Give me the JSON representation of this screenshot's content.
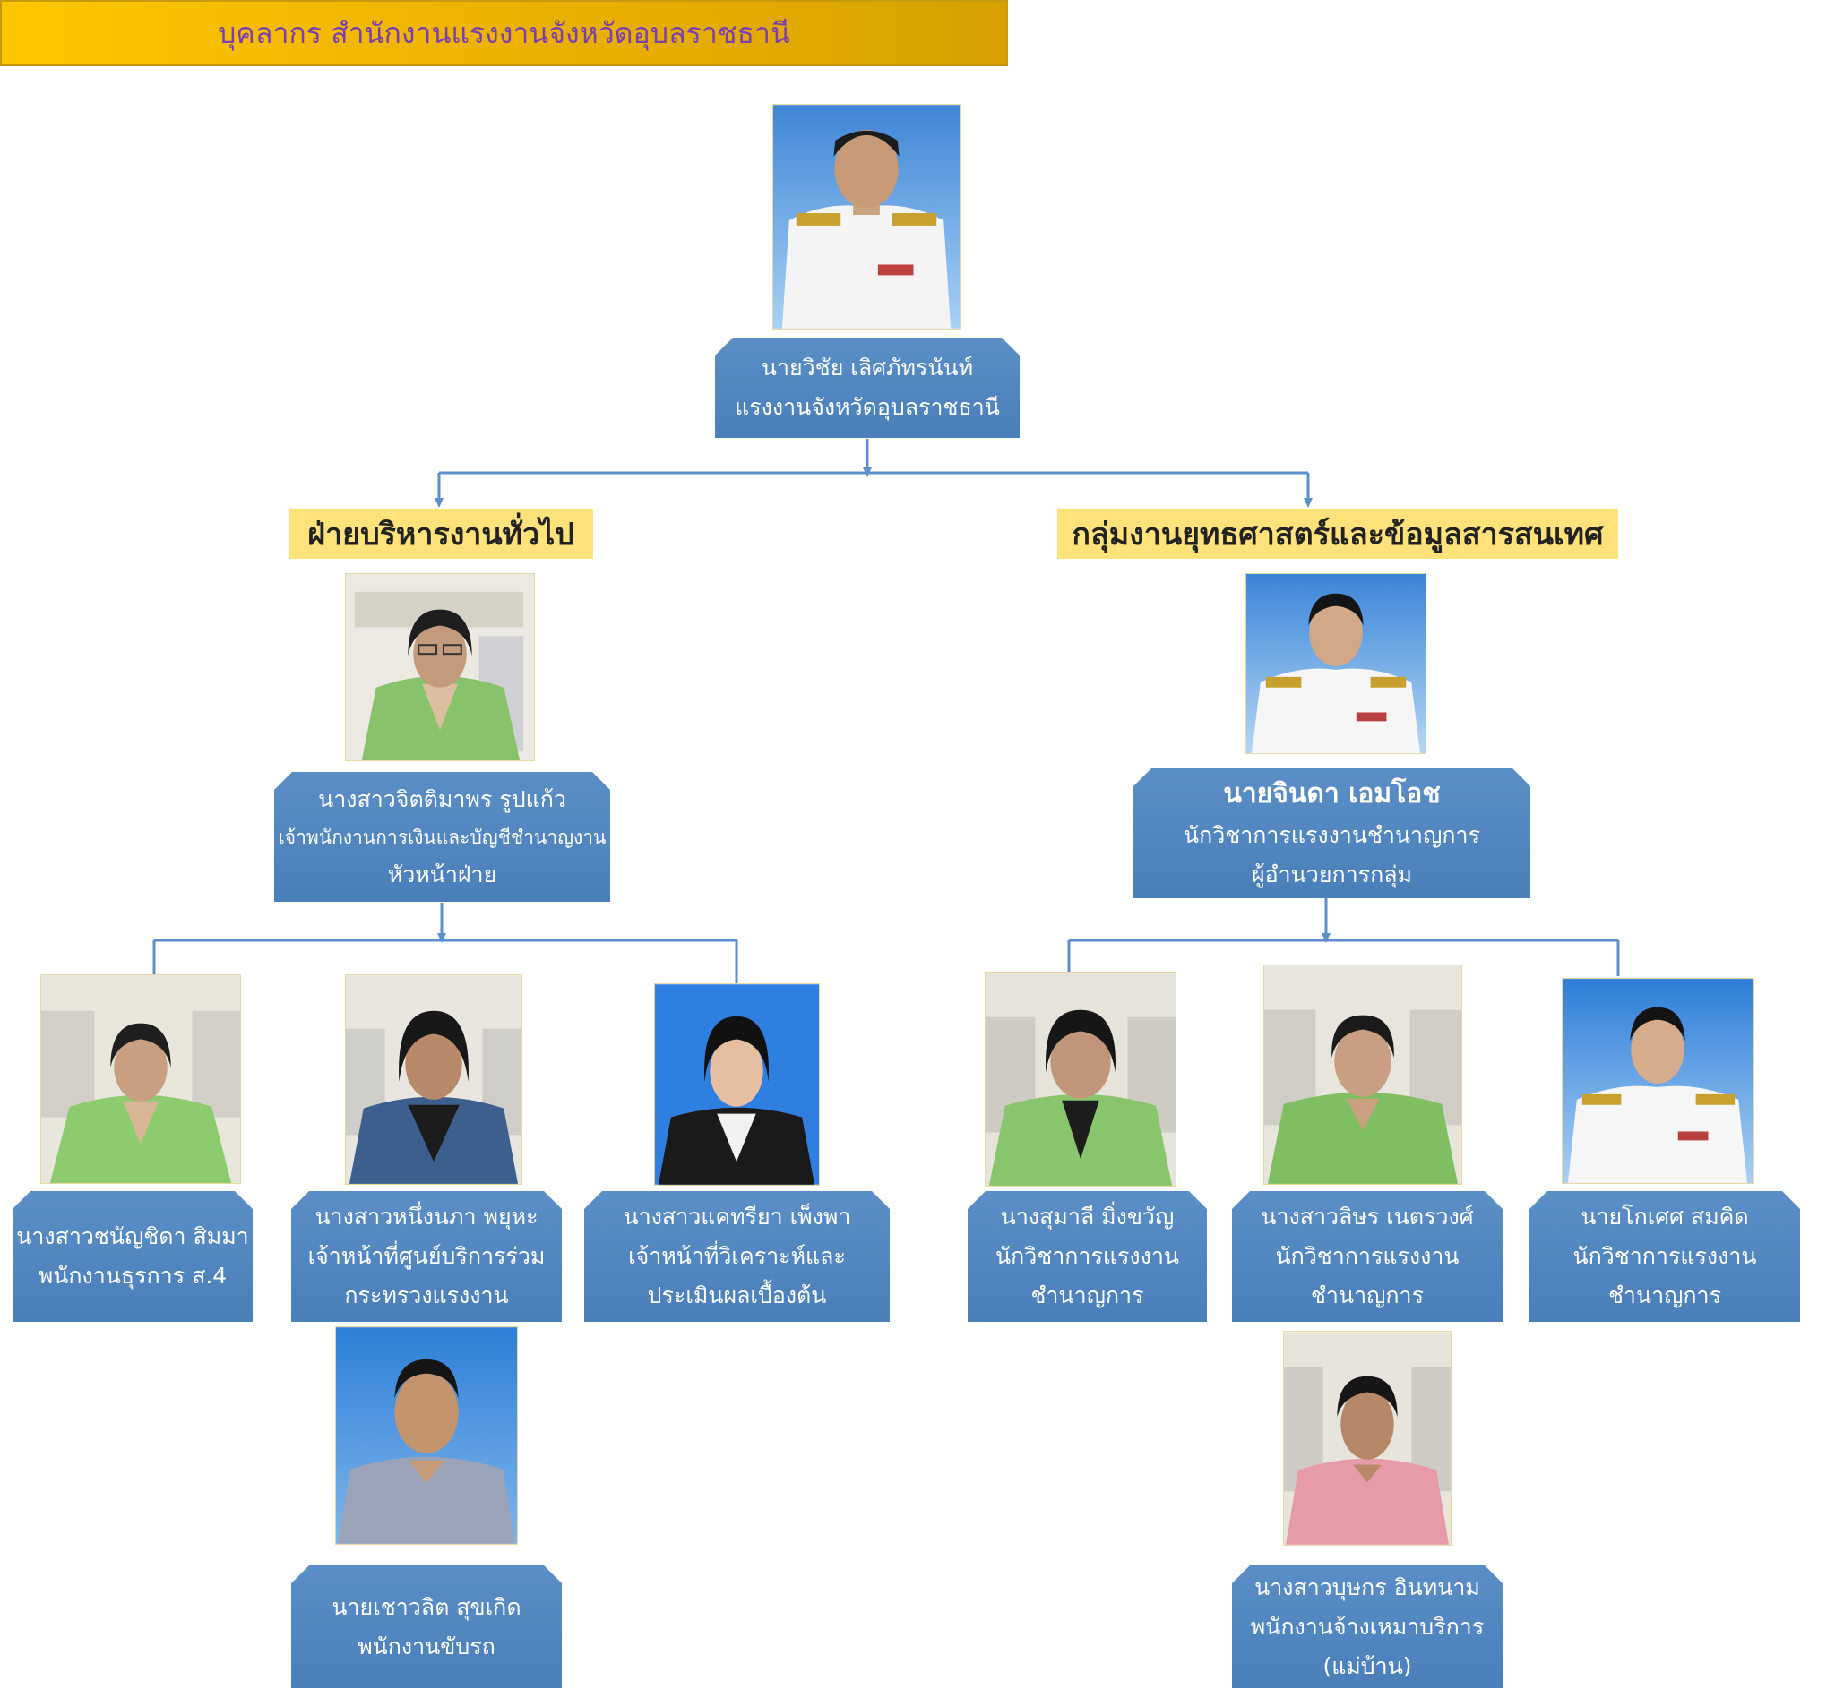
{
  "title": "บุคลากร สำนักงานแรงงานจังหวัดอุบลราชธานี",
  "colors": {
    "title_bg": "#f2b700",
    "title_text": "#7a3fb0",
    "label_bg": "#ffe27a",
    "card_bg": "#4f84bf",
    "connector": "#5b8fc9"
  },
  "head": {
    "name": "นายวิชัย เลิศภัทรนันท์",
    "position": "แรงงานจังหวัดอุบลราชธานี"
  },
  "divisions": {
    "left": {
      "label": "ฝ่ายบริหารงานทั่วไป",
      "leader": {
        "name": "นางสาวจิตติมาพร   รูปแก้ว",
        "position": "เจ้าพนักงานการเงินและบัญชีชำนาญงาน",
        "role": "หัวหน้าฝ่าย"
      },
      "staff": [
        {
          "name": "นางสาวชนัญชิดา   สิมมา",
          "position": "พนักงานธุรการ ส.4"
        },
        {
          "name": "นางสาวหนึ่งนภา   พยุหะ",
          "position": "เจ้าหน้าที่ศูนย์บริการร่วม",
          "position2": "กระทรวงแรงงาน"
        },
        {
          "name": "นางสาวแคทรียา เพ็งพา",
          "position": "เจ้าหน้าที่วิเคราะห์และ",
          "position2": "ประเมินผลเบื้องต้น"
        }
      ],
      "extra": {
        "name": "นายเชาวลิต สุขเกิด",
        "position": "พนักงานขับรถ"
      }
    },
    "right": {
      "label": "กลุ่มงานยุทธศาสตร์และข้อมูลสารสนเทศ",
      "leader": {
        "name": "นายจินดา เอมโอช",
        "position": "นักวิชาการแรงงานชำนาญการ",
        "role": "ผู้อำนวยการกลุ่ม"
      },
      "staff": [
        {
          "name": "นางสุมาลี   มิ่งขวัญ",
          "position": "นักวิชาการแรงงาน",
          "position2": "ชำนาญการ"
        },
        {
          "name": "นางสาวลิษร   เนตรวงศ์",
          "position": "นักวิชาการแรงงาน",
          "position2": "ชำนาญการ"
        },
        {
          "name": "นายโกเศศ สมคิด",
          "position": "นักวิชาการแรงงาน",
          "position2": "ชำนาญการ"
        }
      ],
      "extra": {
        "name": "นางสาวบุษกร อินทนาม",
        "position": "พนักงานจ้างเหมาบริการ",
        "position2": "(แม่บ้าน)"
      }
    }
  }
}
